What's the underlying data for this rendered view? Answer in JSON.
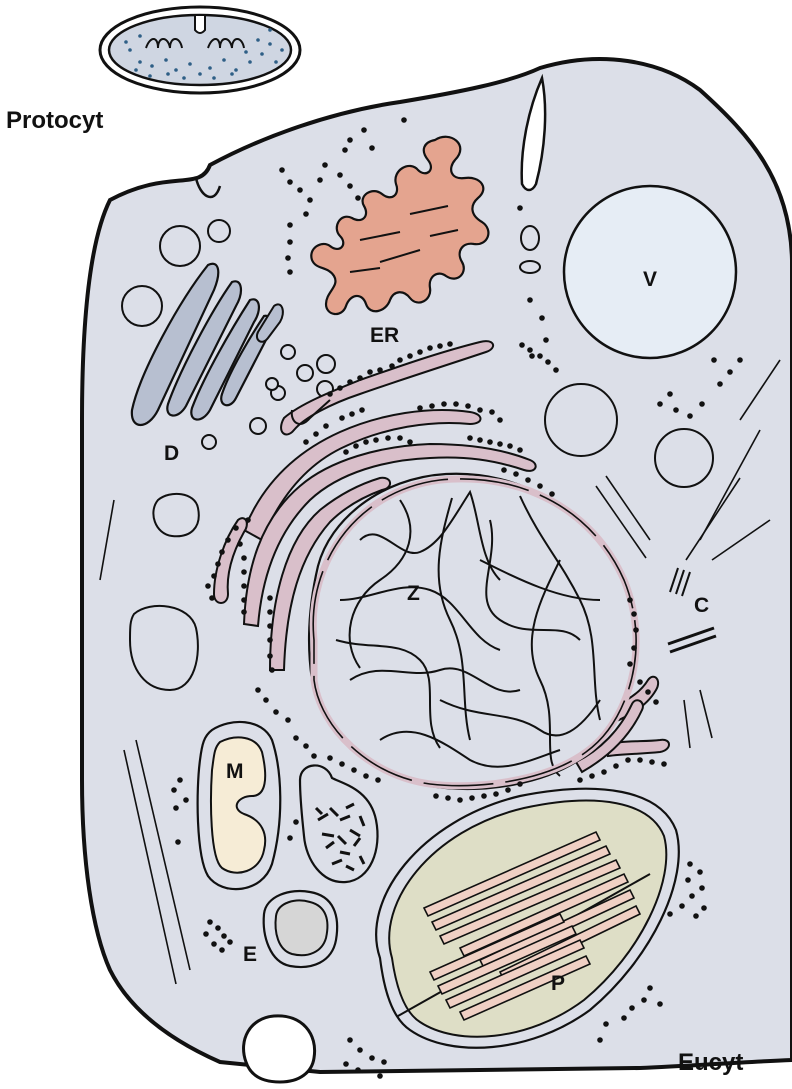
{
  "labels": {
    "protocyte": "Protocyt",
    "eucyte": "Eucyt",
    "er": "ER",
    "vacuole": "V",
    "dictyosome": "D",
    "nucleus": "Z",
    "centriole": "C",
    "mitochondrion": "M",
    "endosome": "E",
    "plastid": "P"
  },
  "colors": {
    "cytoplasm": "#dcdfe8",
    "outline": "#111111",
    "rough_er": "#e4a48f",
    "nuclear_envelope": "#d9bfca",
    "golgi": "#b7bfd0",
    "vacuole": "#e6edf5",
    "mitochondrion": "#f6ecd6",
    "plastid": "#dedec6",
    "thylakoid": "#f0d0c4",
    "endosome": "#d6d6d6",
    "protocyte": "#cfd6e2"
  }
}
